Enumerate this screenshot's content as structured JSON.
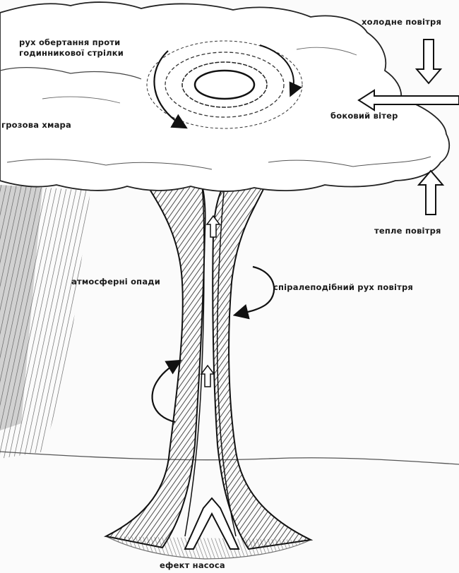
{
  "labels": {
    "rotation_line1": "рух обертання проти",
    "rotation_line2": "годинникової стрілки",
    "thundercloud": "грозова хмара",
    "precipitation": "атмосферні опади",
    "cold_air": "холодне повітря",
    "side_wind": "боковий вітер",
    "warm_air": "тепле повітря",
    "spiral_motion": "спіралеподібний рух повітря",
    "pump_effect": "ефект насоса"
  },
  "colors": {
    "ink": "#1a1a1a",
    "paper": "#fbfbfb"
  }
}
